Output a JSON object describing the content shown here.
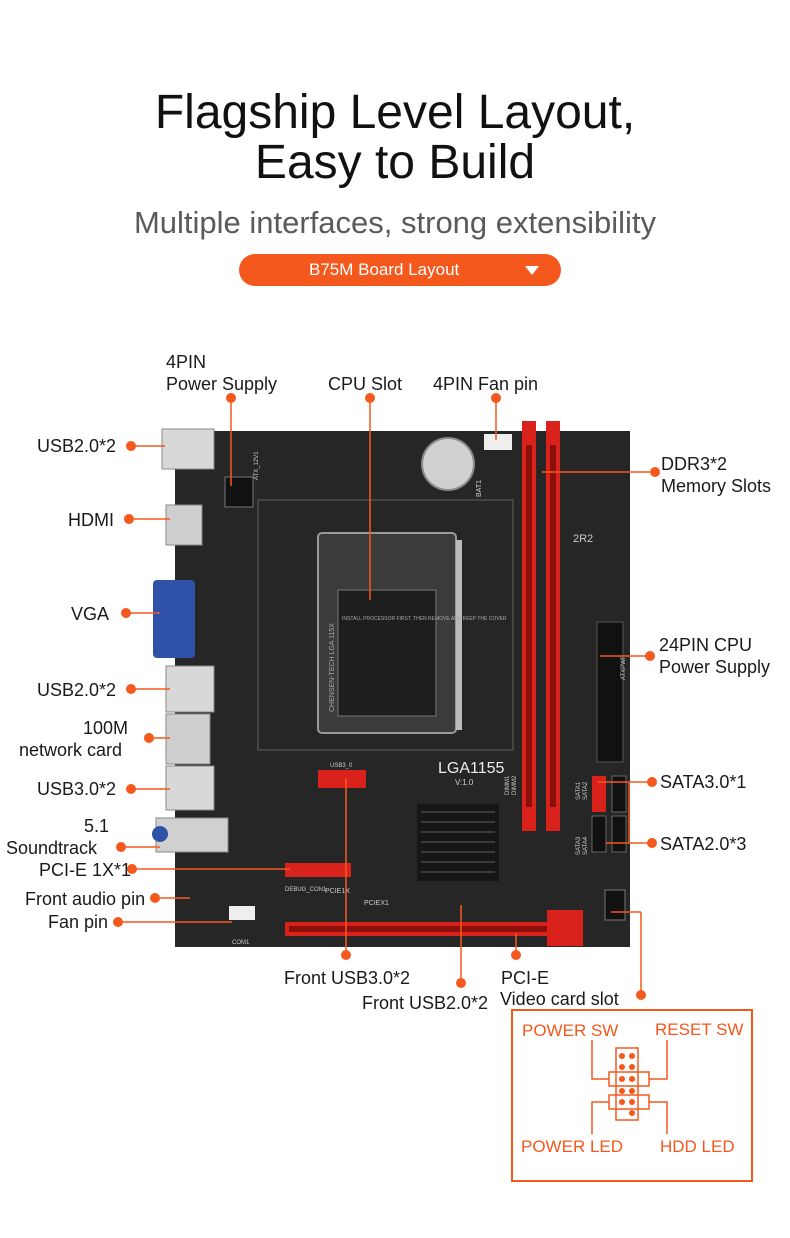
{
  "heading": {
    "line1": "Flagship Level Layout,",
    "line2": "Easy to Build"
  },
  "subheading": "Multiple interfaces, strong extensibility",
  "layout_button": {
    "label": "B75M  Board Layout"
  },
  "labels": {
    "power4pin_1": "4PIN",
    "power4pin_2": "Power Supply",
    "cpu_slot": "CPU Slot",
    "fan4pin": "4PIN Fan pin",
    "usb20_top": "USB2.0*2",
    "hdmi": "HDMI",
    "vga": "VGA",
    "usb20_mid": "USB2.0*2",
    "net_1": "100M",
    "net_2": "network card",
    "usb30": "USB3.0*2",
    "sound_1": "5.1",
    "sound_2": "Soundtrack",
    "pcie1x": "PCI-E 1X*1",
    "front_audio": "Front audio pin",
    "fan_pin": "Fan pin",
    "ddr3_1": "DDR3*2",
    "ddr3_2": "Memory Slots",
    "atx24_1": "24PIN CPU",
    "atx24_2": "Power Supply",
    "sata30": "SATA3.0*1",
    "sata20": "SATA2.0*3",
    "front_usb30": "Front USB3.0*2",
    "front_usb20": "Front USB2.0*2",
    "pcie_vga_1": "PCI-E",
    "pcie_vga_2": "Video card slot",
    "power_sw": "POWER SW",
    "reset_sw": "RESET SW",
    "power_led": "POWER LED",
    "hdd_led": "HDD  LED"
  },
  "board_silk": {
    "socket": "LGA1155",
    "socket_ver": "V:1.0",
    "socket_side": "CHENSEN-TECH LGA 115X",
    "socket_warn": "INSTALL PROCESSOR FIRST. THEN REMOVE AND KEEP THE COVER",
    "inductor": "2R2",
    "pciex1": "PCIEX1",
    "pcie16": "PCIE1X",
    "atxpwr": "ATXPWR",
    "atx12v": "ATX_12V1",
    "bat": "BAT1",
    "usb3": "USB3_0",
    "dimm1": "DIMM1",
    "dimm2": "DIMM2",
    "sata1": "SATA1",
    "sata2": "SATA2",
    "sata3": "SATA3",
    "sata4": "SATA4",
    "debug": "DEBUG_CON1",
    "com": "COM1"
  },
  "colors": {
    "accent": "#f4581d",
    "board": "#262626",
    "slot_red": "#d9221c",
    "vga_blue": "#2f52a8"
  },
  "icons": {
    "caret": "caret-down-icon"
  }
}
